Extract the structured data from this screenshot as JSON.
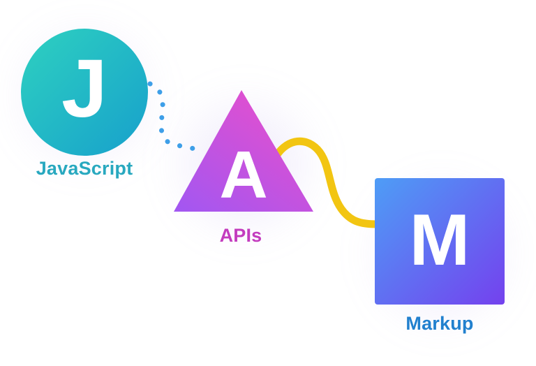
{
  "nodes": [
    {
      "id": "javascript",
      "shape": "circle",
      "letter": "J",
      "label": "JavaScript",
      "gradient": {
        "from": "#2ED1C0",
        "to": "#17A0CC"
      },
      "label_color": "#28A8BF"
    },
    {
      "id": "apis",
      "shape": "triangle",
      "letter": "A",
      "label": "APIs",
      "gradient": {
        "from": "#EF4EC8",
        "to": "#A157F2"
      },
      "label_color": "#C33CBE"
    },
    {
      "id": "markup",
      "shape": "square",
      "letter": "M",
      "label": "Markup",
      "gradient": {
        "from": "#4E9DF6",
        "to": "#7441EE"
      },
      "label_color": "#2180CE"
    }
  ],
  "connectors": [
    {
      "id": "javascript-to-apis",
      "style": "dotted",
      "color": "#3E9FE8"
    },
    {
      "id": "apis-to-markup",
      "style": "solid",
      "color": "#F2C512"
    }
  ],
  "colors": {
    "background": "#FFFFFF",
    "letter": "#FFFFFF",
    "halo": "rgba(173, 150, 233, 0.22)"
  }
}
